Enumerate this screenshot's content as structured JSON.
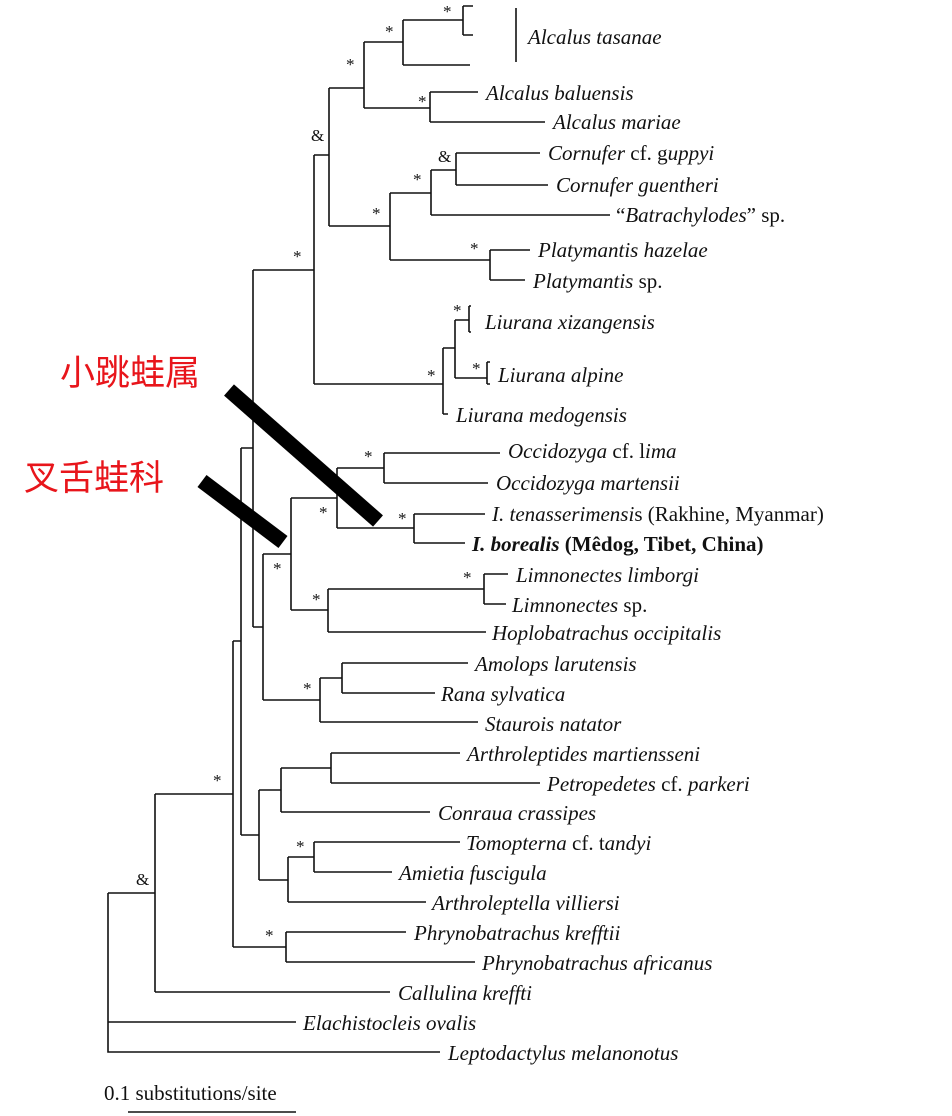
{
  "taxa": [
    {
      "name": "Alcalus tasanae"
    },
    {
      "name": "Alcalus baluensis"
    },
    {
      "name": "Alcalus mariae"
    },
    {
      "name": "Cornufer cf. guppyi"
    },
    {
      "name": "Cornufer guentheri"
    },
    {
      "name": "“Batrachylodes” sp."
    },
    {
      "name": "Platymantis hazelae"
    },
    {
      "name": "Platymantis sp."
    },
    {
      "name": "Liurana xizangensis"
    },
    {
      "name": "Liurana alpine"
    },
    {
      "name": "Liurana medogensis"
    },
    {
      "name": "Occidozyga cf. lima"
    },
    {
      "name": "Occidozyga martensii"
    },
    {
      "name": "I. tenasserimensis (Rakhine, Myanmar)"
    },
    {
      "name": "I. borealis (Mêdog, Tibet, China)"
    },
    {
      "name": "Limnonectes limborgi"
    },
    {
      "name": "Limnonectes sp."
    },
    {
      "name": "Hoplobatrachus occipitalis"
    },
    {
      "name": "Amolops larutensis"
    },
    {
      "name": "Rana sylvatica"
    },
    {
      "name": "Staurois natator"
    },
    {
      "name": "Arthroleptides martiensseni"
    },
    {
      "name": "Petropedetes cf. parkeri"
    },
    {
      "name": "Conraua crassipes"
    },
    {
      "name": "Tomopterna cf. tandyi"
    },
    {
      "name": "Amietia fuscigula"
    },
    {
      "name": "Arthroleptella villiersi"
    },
    {
      "name": "Phrynobatrachus krefftii"
    },
    {
      "name": "Phrynobatrachus africanus"
    },
    {
      "name": "Callulina kreffti"
    },
    {
      "name": "Elachistocleis ovalis"
    },
    {
      "name": "Leptodactylus melanonotus"
    }
  ],
  "support": {
    "star": "*",
    "amp": "&"
  },
  "annotations": {
    "genus_label": "小跳蛙属",
    "family_label": "叉舌蛙科"
  },
  "scale_bar": {
    "label": "0.1 substitutions/site"
  }
}
